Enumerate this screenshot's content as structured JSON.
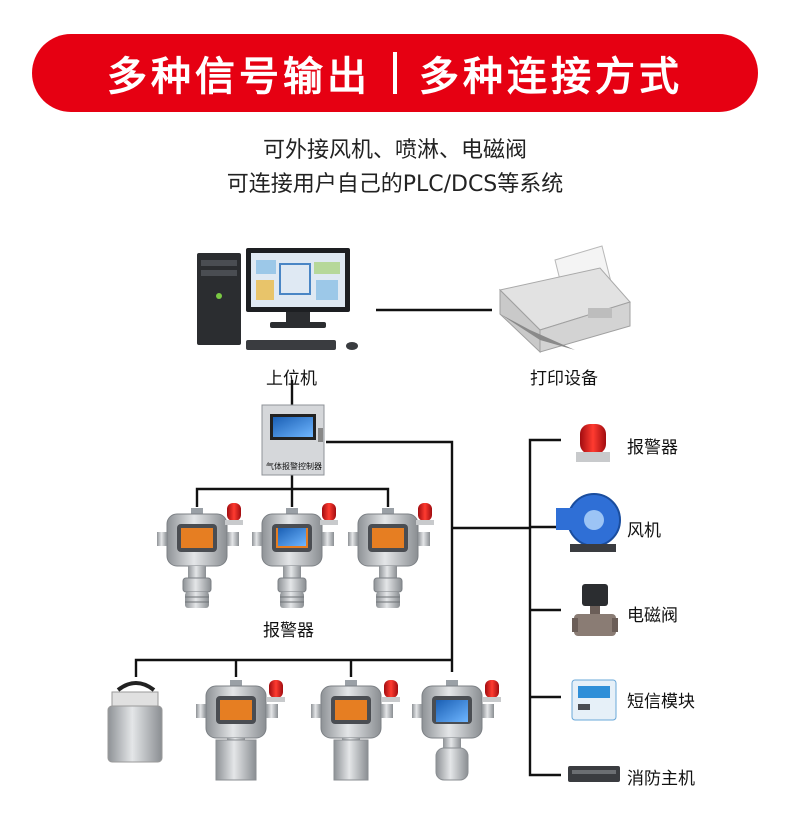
{
  "banner": {
    "left_text": "多种信号输出",
    "right_text": "多种连接方式"
  },
  "subtitle": {
    "line1": "可外接风机、喷淋、电磁阀",
    "line2": "可连接用户自己的PLC/DCS等系统"
  },
  "nodes": {
    "host": "上位机",
    "printer": "打印设备",
    "controller_label": "气体报警控制器",
    "detector_group": "报警器",
    "outputs": [
      "报警器",
      "风机",
      "电磁阀",
      "短信模块",
      "消防主机"
    ]
  },
  "colors": {
    "brand_red": "#e60012",
    "line": "#111111",
    "device_gray": "#b9bcc0",
    "beacon_red": "#d8161c"
  },
  "icons": [
    "computer-icon",
    "printer-icon",
    "controller-cabinet-icon",
    "gas-detector-icon",
    "alarm-beacon-icon",
    "fan-icon",
    "solenoid-valve-icon",
    "sms-module-icon",
    "fire-host-icon"
  ]
}
